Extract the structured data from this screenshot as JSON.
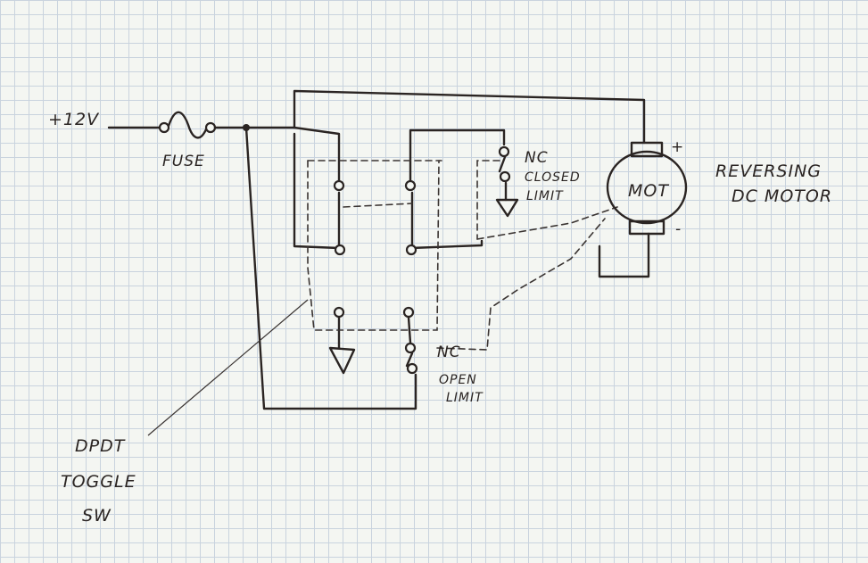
{
  "labels": {
    "supply": "+12V",
    "fuse": "FUSE",
    "motor_symbol": "MOT",
    "plus_terminal": "+",
    "minus_terminal": "-",
    "motor_line1": "REVERSING",
    "motor_line2": "DC MOTOR",
    "nc_top": "NC",
    "closed_limit_line1": "CLOSED",
    "closed_limit_line2": "LIMIT",
    "nc_bottom": "NC",
    "open_limit_line1": "OPEN",
    "open_limit_line2": "LIMIT",
    "toggle_line1": "DPDT",
    "toggle_line2": "TOGGLE",
    "toggle_line3": "SW"
  }
}
